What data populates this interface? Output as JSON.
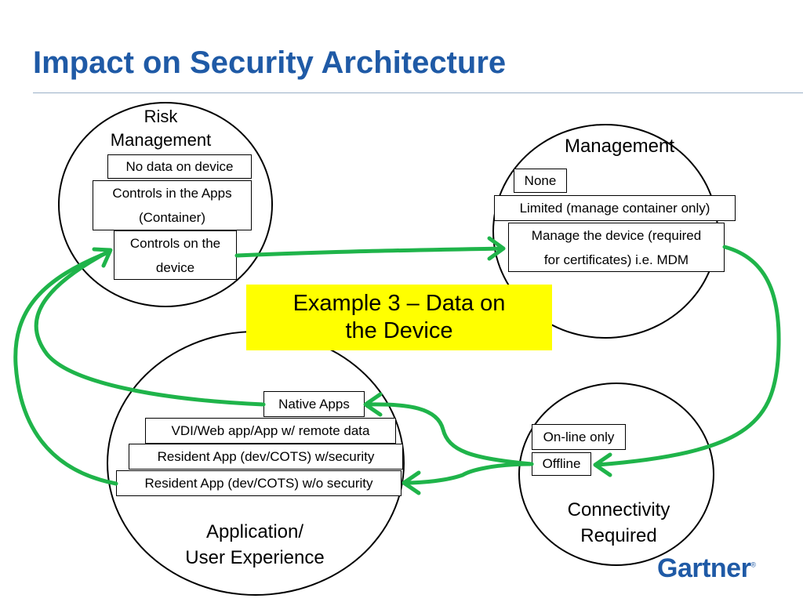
{
  "title": "Impact on Security Architecture",
  "circles": {
    "risk": {
      "label_1": "Risk",
      "label_2": "Management"
    },
    "management": {
      "label": "Management"
    },
    "application": {
      "label_1": "Application/",
      "label_2": "User Experience"
    },
    "connectivity": {
      "label_1": "Connectivity",
      "label_2": "Required"
    }
  },
  "risk_options": {
    "no_data": "No data on device",
    "apps_line1": "Controls in the Apps",
    "apps_line2": "(Container)",
    "device_line1": "Controls on the",
    "device_line2": "device"
  },
  "management_options": {
    "none": "None",
    "limited": "Limited (manage container only)",
    "mdm_line1": "Manage the device (required",
    "mdm_line2": "for certificates) i.e. MDM"
  },
  "application_options": {
    "native": "Native Apps",
    "vdi": "VDI/Web app/App w/ remote data",
    "resident_secure": "Resident App (dev/COTS) w/security",
    "resident_insecure": "Resident App (dev/COTS) w/o security"
  },
  "connectivity_options": {
    "online": "On-line only",
    "offline": "Offline"
  },
  "callout": {
    "line1": "Example 3 – Data on",
    "line2": "the Device"
  },
  "logo": {
    "text": "Gartner",
    "mark": "®"
  },
  "colors": {
    "title": "#1f5aa6",
    "arrow": "#1fb44a",
    "callout": "#ffff00",
    "logo": "#1f5aa6"
  }
}
